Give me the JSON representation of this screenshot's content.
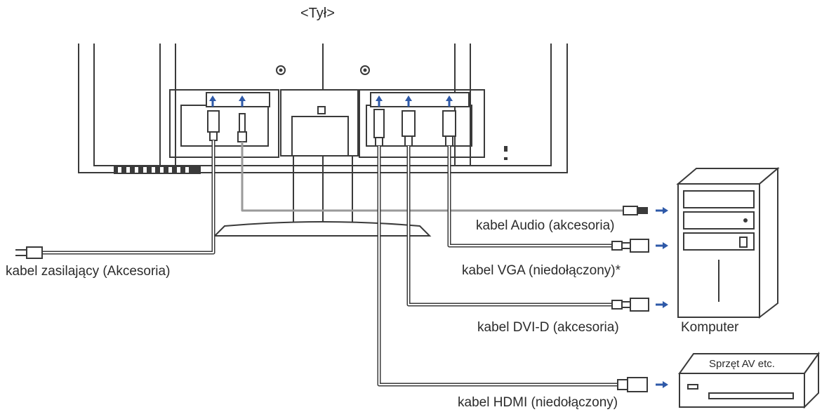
{
  "title": "<Tył>",
  "labels": {
    "audio": "kabel Audio (akcesoria)",
    "power": "kabel zasilający (Akcesoria)",
    "vga": "kabel VGA (niedołączony)*",
    "dvi": "kabel DVI-D (akcesoria)",
    "computer": "Komputer",
    "hdmi": "kabel HDMI (niedołączony)",
    "av_device": "Sprzęt AV etc."
  },
  "colors": {
    "outline": "#3a3a3a",
    "cable_light": "#9a9a9a",
    "arrow": "#2e59a8"
  }
}
